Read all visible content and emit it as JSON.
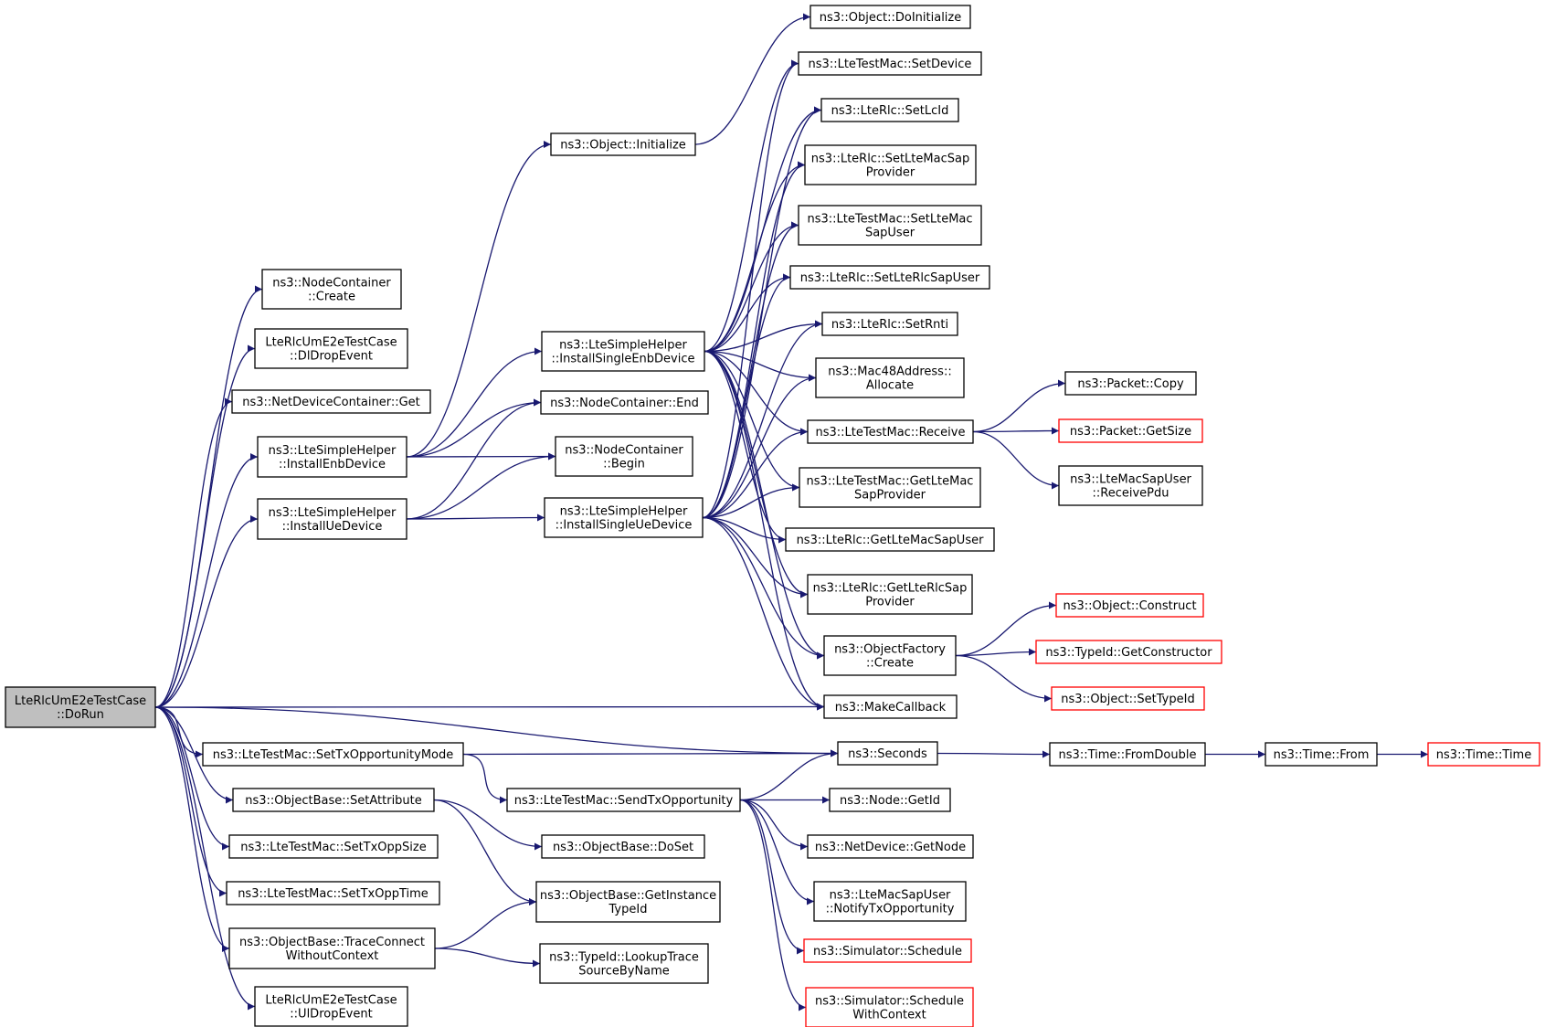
{
  "diagram": {
    "type": "call-graph",
    "root": "dorun",
    "colors": {
      "edge": "#191970",
      "box_border": "#000000",
      "truncated_border": "#ff0000",
      "root_fill": "#bfbfbf"
    },
    "nodes": [
      {
        "id": "dorun",
        "lines": [
          "LteRlcUmE2eTestCase",
          "::DoRun"
        ],
        "style": "root"
      },
      {
        "id": "nc_create",
        "lines": [
          "ns3::NodeContainer",
          "::Create"
        ]
      },
      {
        "id": "dldrop",
        "lines": [
          "LteRlcUmE2eTestCase",
          "::DlDropEvent"
        ]
      },
      {
        "id": "ndc_get",
        "lines": [
          "ns3::NetDeviceContainer::Get"
        ]
      },
      {
        "id": "inst_enb",
        "lines": [
          "ns3::LteSimpleHelper",
          "::InstallEnbDevice"
        ]
      },
      {
        "id": "inst_ue",
        "lines": [
          "ns3::LteSimpleHelper",
          "::InstallUeDevice"
        ]
      },
      {
        "id": "set_txopp_mode",
        "lines": [
          "ns3::LteTestMac::SetTxOpportunityMode"
        ]
      },
      {
        "id": "ob_setattr",
        "lines": [
          "ns3::ObjectBase::SetAttribute"
        ]
      },
      {
        "id": "set_txopp_size",
        "lines": [
          "ns3::LteTestMac::SetTxOppSize"
        ]
      },
      {
        "id": "set_txopp_time",
        "lines": [
          "ns3::LteTestMac::SetTxOppTime"
        ]
      },
      {
        "id": "trace_connect",
        "lines": [
          "ns3::ObjectBase::TraceConnect",
          "WithoutContext"
        ]
      },
      {
        "id": "uldrop",
        "lines": [
          "LteRlcUmE2eTestCase",
          "::UlDropEvent"
        ]
      },
      {
        "id": "obj_init",
        "lines": [
          "ns3::Object::Initialize"
        ]
      },
      {
        "id": "inst_single_enb",
        "lines": [
          "ns3::LteSimpleHelper",
          "::InstallSingleEnbDevice"
        ]
      },
      {
        "id": "nc_end",
        "lines": [
          "ns3::NodeContainer::End"
        ]
      },
      {
        "id": "nc_begin",
        "lines": [
          "ns3::NodeContainer",
          "::Begin"
        ]
      },
      {
        "id": "inst_single_ue",
        "lines": [
          "ns3::LteSimpleHelper",
          "::InstallSingleUeDevice"
        ]
      },
      {
        "id": "send_txopp",
        "lines": [
          "ns3::LteTestMac::SendTxOpportunity"
        ]
      },
      {
        "id": "ob_doset",
        "lines": [
          "ns3::ObjectBase::DoSet"
        ]
      },
      {
        "id": "ob_getinst",
        "lines": [
          "ns3::ObjectBase::GetInstance",
          "TypeId"
        ]
      },
      {
        "id": "lookup_trace",
        "lines": [
          "ns3::TypeId::LookupTrace",
          "SourceByName"
        ]
      },
      {
        "id": "obj_doinit",
        "lines": [
          "ns3::Object::DoInitialize"
        ]
      },
      {
        "id": "mac_setdevice",
        "lines": [
          "ns3::LteTestMac::SetDevice"
        ]
      },
      {
        "id": "rlc_setlcid",
        "lines": [
          "ns3::LteRlc::SetLcId"
        ]
      },
      {
        "id": "rlc_setmacsapprov",
        "lines": [
          "ns3::LteRlc::SetLteMacSap",
          "Provider"
        ]
      },
      {
        "id": "mac_setmacsapuser",
        "lines": [
          "ns3::LteTestMac::SetLteMac",
          "SapUser"
        ]
      },
      {
        "id": "rlc_setrlcsapuser",
        "lines": [
          "ns3::LteRlc::SetLteRlcSapUser"
        ]
      },
      {
        "id": "rlc_setrnti",
        "lines": [
          "ns3::LteRlc::SetRnti"
        ]
      },
      {
        "id": "mac48_alloc",
        "lines": [
          "ns3::Mac48Address::",
          "Allocate"
        ]
      },
      {
        "id": "mac_receive",
        "lines": [
          "ns3::LteTestMac::Receive"
        ]
      },
      {
        "id": "mac_getmacsapprov",
        "lines": [
          "ns3::LteTestMac::GetLteMac",
          "SapProvider"
        ]
      },
      {
        "id": "rlc_getmacsapuser",
        "lines": [
          "ns3::LteRlc::GetLteMacSapUser"
        ]
      },
      {
        "id": "rlc_getrlcsapprov",
        "lines": [
          "ns3::LteRlc::GetLteRlcSap",
          "Provider"
        ]
      },
      {
        "id": "objfactory_create",
        "lines": [
          "ns3::ObjectFactory",
          "::Create"
        ]
      },
      {
        "id": "make_callback",
        "lines": [
          "ns3::MakeCallback"
        ]
      },
      {
        "id": "seconds",
        "lines": [
          "ns3::Seconds"
        ]
      },
      {
        "id": "node_getid",
        "lines": [
          "ns3::Node::GetId"
        ]
      },
      {
        "id": "netdev_getnode",
        "lines": [
          "ns3::NetDevice::GetNode"
        ]
      },
      {
        "id": "macsapuser_notify",
        "lines": [
          "ns3::LteMacSapUser",
          "::NotifyTxOpportunity"
        ]
      },
      {
        "id": "sim_schedule",
        "lines": [
          "ns3::Simulator::Schedule"
        ],
        "style": "truncated"
      },
      {
        "id": "sim_schedule_ctx",
        "lines": [
          "ns3::Simulator::Schedule",
          "WithContext"
        ],
        "style": "truncated"
      },
      {
        "id": "packet_copy",
        "lines": [
          "ns3::Packet::Copy"
        ]
      },
      {
        "id": "packet_getsize",
        "lines": [
          "ns3::Packet::GetSize"
        ],
        "style": "truncated"
      },
      {
        "id": "macsapuser_recvpdu",
        "lines": [
          "ns3::LteMacSapUser",
          "::ReceivePdu"
        ]
      },
      {
        "id": "obj_construct",
        "lines": [
          "ns3::Object::Construct"
        ],
        "style": "truncated"
      },
      {
        "id": "typeid_getctor",
        "lines": [
          "ns3::TypeId::GetConstructor"
        ],
        "style": "truncated"
      },
      {
        "id": "obj_settypeid",
        "lines": [
          "ns3::Object::SetTypeId"
        ],
        "style": "truncated"
      },
      {
        "id": "time_fromdouble",
        "lines": [
          "ns3::Time::FromDouble"
        ]
      },
      {
        "id": "time_from",
        "lines": [
          "ns3::Time::From"
        ]
      },
      {
        "id": "time_time",
        "lines": [
          "ns3::Time::Time"
        ],
        "style": "truncated"
      }
    ],
    "edges": [
      [
        "dorun",
        "nc_create"
      ],
      [
        "dorun",
        "dldrop"
      ],
      [
        "dorun",
        "ndc_get"
      ],
      [
        "dorun",
        "inst_enb"
      ],
      [
        "dorun",
        "inst_ue"
      ],
      [
        "dorun",
        "make_callback"
      ],
      [
        "dorun",
        "seconds"
      ],
      [
        "dorun",
        "set_txopp_mode"
      ],
      [
        "dorun",
        "ob_setattr"
      ],
      [
        "dorun",
        "set_txopp_size"
      ],
      [
        "dorun",
        "set_txopp_time"
      ],
      [
        "dorun",
        "trace_connect"
      ],
      [
        "dorun",
        "uldrop"
      ],
      [
        "inst_enb",
        "obj_init"
      ],
      [
        "inst_enb",
        "inst_single_enb"
      ],
      [
        "inst_enb",
        "nc_end"
      ],
      [
        "inst_enb",
        "nc_begin"
      ],
      [
        "inst_ue",
        "nc_end"
      ],
      [
        "inst_ue",
        "nc_begin"
      ],
      [
        "inst_ue",
        "inst_single_ue"
      ],
      [
        "obj_init",
        "obj_doinit"
      ],
      [
        "inst_single_enb",
        "mac_setdevice"
      ],
      [
        "inst_single_enb",
        "rlc_setlcid"
      ],
      [
        "inst_single_enb",
        "rlc_setmacsapprov"
      ],
      [
        "inst_single_enb",
        "mac_setmacsapuser"
      ],
      [
        "inst_single_enb",
        "rlc_setrlcsapuser"
      ],
      [
        "inst_single_enb",
        "rlc_setrnti"
      ],
      [
        "inst_single_enb",
        "mac48_alloc"
      ],
      [
        "inst_single_enb",
        "mac_receive"
      ],
      [
        "inst_single_enb",
        "mac_getmacsapprov"
      ],
      [
        "inst_single_enb",
        "rlc_getmacsapuser"
      ],
      [
        "inst_single_enb",
        "rlc_getrlcsapprov"
      ],
      [
        "inst_single_enb",
        "objfactory_create"
      ],
      [
        "inst_single_enb",
        "make_callback"
      ],
      [
        "inst_single_ue",
        "mac_setdevice"
      ],
      [
        "inst_single_ue",
        "rlc_setlcid"
      ],
      [
        "inst_single_ue",
        "rlc_setmacsapprov"
      ],
      [
        "inst_single_ue",
        "mac_setmacsapuser"
      ],
      [
        "inst_single_ue",
        "rlc_setrlcsapuser"
      ],
      [
        "inst_single_ue",
        "rlc_setrnti"
      ],
      [
        "inst_single_ue",
        "mac48_alloc"
      ],
      [
        "inst_single_ue",
        "mac_receive"
      ],
      [
        "inst_single_ue",
        "mac_getmacsapprov"
      ],
      [
        "inst_single_ue",
        "rlc_getmacsapuser"
      ],
      [
        "inst_single_ue",
        "rlc_getrlcsapprov"
      ],
      [
        "inst_single_ue",
        "objfactory_create"
      ],
      [
        "inst_single_ue",
        "make_callback"
      ],
      [
        "set_txopp_mode",
        "seconds"
      ],
      [
        "set_txopp_mode",
        "send_txopp"
      ],
      [
        "send_txopp",
        "seconds"
      ],
      [
        "send_txopp",
        "node_getid"
      ],
      [
        "send_txopp",
        "netdev_getnode"
      ],
      [
        "send_txopp",
        "macsapuser_notify"
      ],
      [
        "send_txopp",
        "sim_schedule"
      ],
      [
        "send_txopp",
        "sim_schedule_ctx"
      ],
      [
        "ob_setattr",
        "ob_doset"
      ],
      [
        "ob_setattr",
        "ob_getinst"
      ],
      [
        "trace_connect",
        "ob_getinst"
      ],
      [
        "trace_connect",
        "lookup_trace"
      ],
      [
        "mac_receive",
        "packet_copy"
      ],
      [
        "mac_receive",
        "packet_getsize"
      ],
      [
        "mac_receive",
        "macsapuser_recvpdu"
      ],
      [
        "objfactory_create",
        "obj_construct"
      ],
      [
        "objfactory_create",
        "typeid_getctor"
      ],
      [
        "objfactory_create",
        "obj_settypeid"
      ],
      [
        "seconds",
        "time_fromdouble"
      ],
      [
        "time_fromdouble",
        "time_from"
      ],
      [
        "time_from",
        "time_time"
      ]
    ]
  }
}
